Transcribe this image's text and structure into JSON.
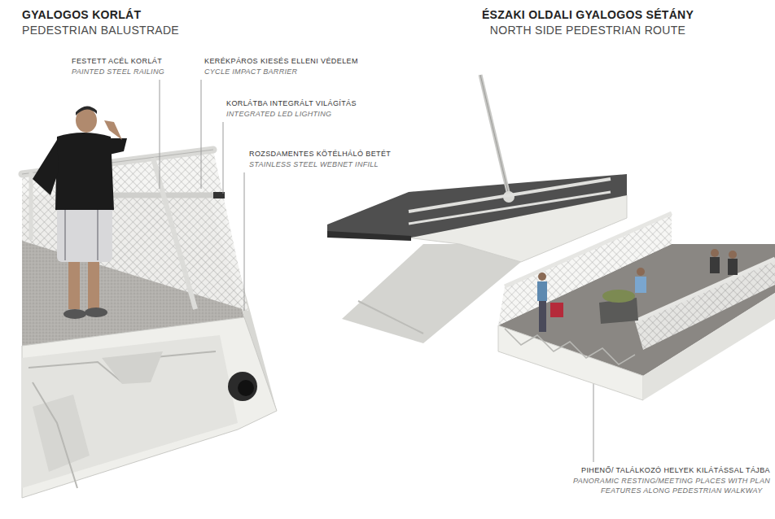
{
  "diagram": {
    "labels": [
      "GYALOGOS KORLÁT",
      "PEDESTRIAN BALUSTRADE",
      "FESTETT ACÉL KORLÁT",
      "PAINTED STEEL RAILING",
      "KERÉKPÁROS KIESÉS ELLENI VÉDELEM",
      "CYCLE IMPACT BARRIER",
      "KORLÁTBA INTEGRÁLT VILÁGÍTÁS",
      "INTEGRATED LED LIGHTING",
      "ROZSDAMENTES KÖTÉLHÁLÓ BETÉT",
      "STAINLESS STEEL WEBNET INFILL",
      "ÉSZAKI OLDALI GYALOGOS SÉTÁNY",
      "NORTH SIDE PEDESTRIAN ROUTE",
      "PIHENŐ/ TALÁLKOZÓ HELYEK KILÁTÁSSAL TÁJBA",
      "PANORAMIC RESTING/MEETING PLACES WITH PLAN",
      "FEATURES ALONG PEDESTRIAN WALKWAY"
    ]
  }
}
